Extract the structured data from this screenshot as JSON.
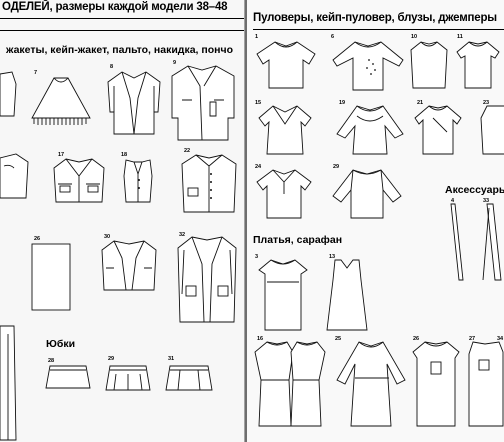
{
  "left_page": {
    "header": "ОДЕЛЕЙ, размеры каждой модели 38–48",
    "section_outerwear": "жакеты, кейп-жакет, пальто, накидка, пончо",
    "section_skirts": "Юбки",
    "model_numbers": [
      "7",
      "8",
      "9",
      "17",
      "18",
      "22",
      "26",
      "30",
      "32",
      "28",
      "29",
      "31"
    ]
  },
  "right_page": {
    "header": "Пуловеры, кейп-пуловер, блузы, джемперы",
    "section_dresses": "Платья, сарафан",
    "section_accessories": "Аксессуары",
    "model_numbers": [
      "1",
      "6",
      "10",
      "11",
      "15",
      "19",
      "21",
      "23",
      "24",
      "29",
      "3",
      "13",
      "4",
      "33",
      "16",
      "25",
      "26",
      "27",
      "34"
    ]
  }
}
